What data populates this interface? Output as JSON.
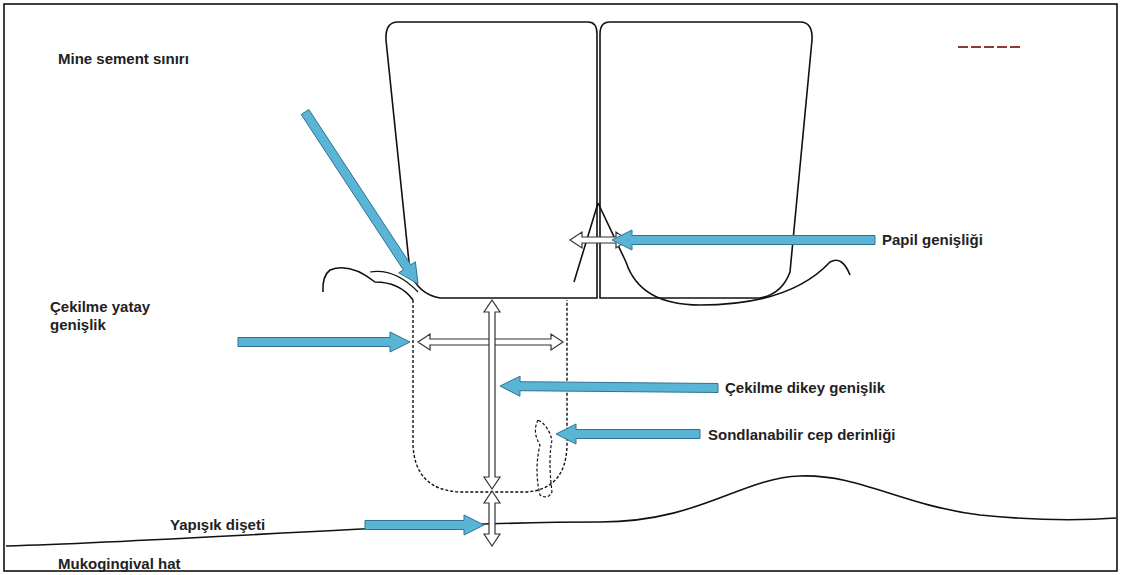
{
  "diagram": {
    "labels": [
      "Mine sement sınırı",
      "Papil genişliği",
      "Çekilme yatay genişlik",
      "Çekilme dikey genişlik",
      "Sondlanabilir cep derinliği",
      "Yapışık dişeti",
      "Mukogingival hat"
    ]
  }
}
